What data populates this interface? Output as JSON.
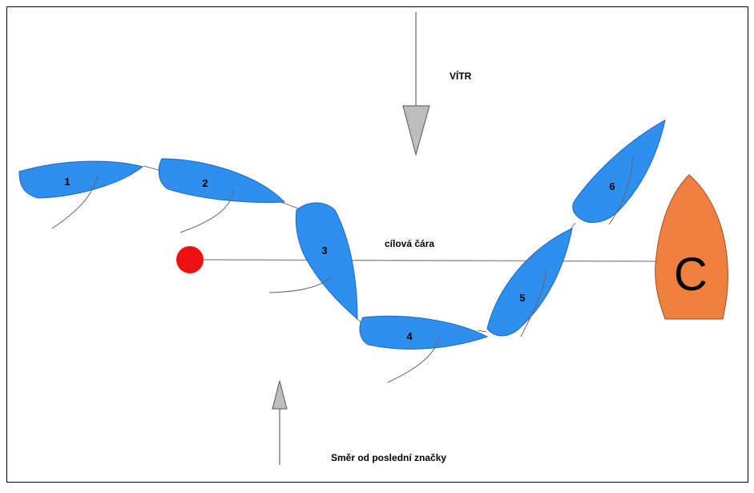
{
  "labels": {
    "wind": "VÍTR",
    "finish_line": "cílová čára",
    "direction": "Směr od poslední značky"
  },
  "committee_boat": {
    "letter": "C"
  },
  "boats": [
    {
      "number": "1"
    },
    {
      "number": "2"
    },
    {
      "number": "3"
    },
    {
      "number": "4"
    },
    {
      "number": "5"
    },
    {
      "number": "6"
    }
  ],
  "colors": {
    "boat_fill": "#2f8fef",
    "committee_fill": "#f08040",
    "buoy": "#ee1111",
    "arrow_head": "#bdbdbd",
    "line": "#888888"
  },
  "icons": {
    "buoy": "finish-buoy-icon",
    "committee": "committee-boat-icon"
  }
}
